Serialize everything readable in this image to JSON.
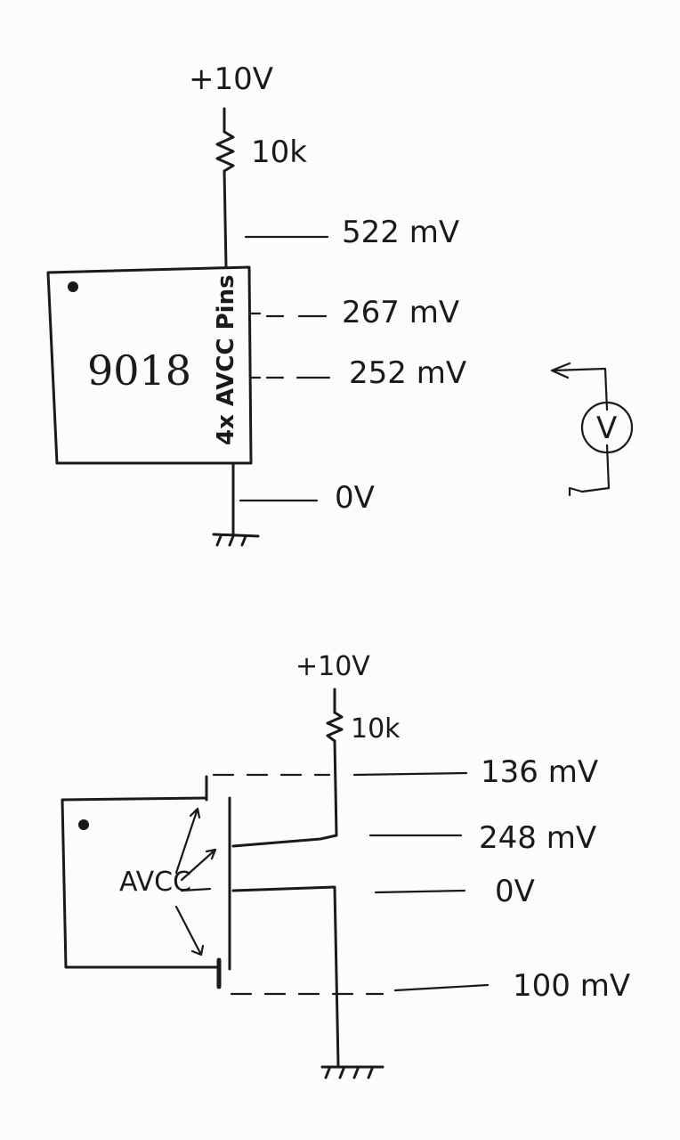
{
  "top_circuit": {
    "supply_label": "+10V",
    "resistor_label": "10k",
    "chip_label": "9018",
    "pins_label": "4x AVCC Pins",
    "readings": [
      "522 mV",
      "267 mV",
      "252 mV",
      "0V"
    ],
    "meter_label": "V"
  },
  "bottom_circuit": {
    "supply_label": "+10V",
    "resistor_label": "10k",
    "pins_label": "AVCC",
    "readings": [
      "136 mV",
      "248 mV",
      "0V",
      "100 mV"
    ]
  }
}
